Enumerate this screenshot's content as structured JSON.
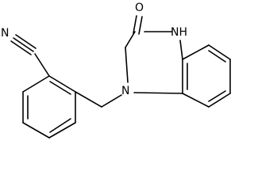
{
  "molecule": {
    "atoms": {
      "oxygen": "O",
      "amide_nitrogen": "NH",
      "ring_nitrogen": "N",
      "nitrile_nitrogen": "N"
    },
    "colors": {
      "bond": "#000000",
      "label": "#000000",
      "background": "#ffffff"
    }
  }
}
